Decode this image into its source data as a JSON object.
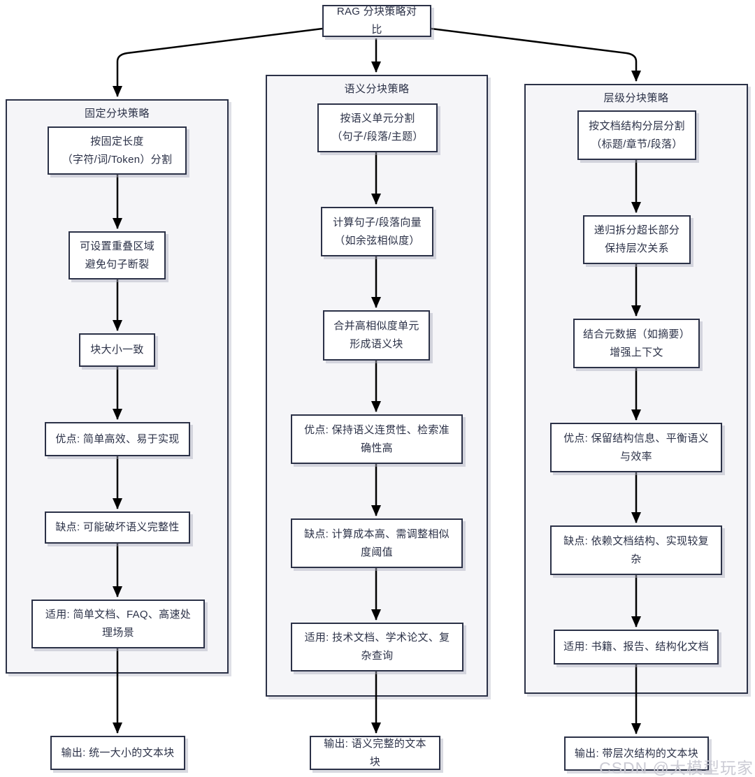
{
  "title": "RAG 分块策略对比",
  "watermark": "CSDN @大模型玩家",
  "colors": {
    "ink": "#2b3147",
    "arrow": "#000000",
    "panel_bg": "#f5f5f8",
    "box_bg": "#ffffff",
    "watermark": "#cbcbd4"
  },
  "columns": [
    {
      "header": "固定分块策略",
      "steps": [
        "按固定长度\n（字符/词/Token）分割",
        "可设置重叠区域\n避免句子断裂",
        "块大小一致",
        "优点: 简单高效、易于实现",
        "缺点: 可能破坏语义完整性",
        "适用: 简单文档、FAQ、高速处理场景"
      ],
      "output": "输出: 统一大小的文本块"
    },
    {
      "header": "语义分块策略",
      "steps": [
        "按语义单元分割\n（句子/段落/主题）",
        "计算句子/段落向量\n（如余弦相似度）",
        "合并高相似度单元\n形成语义块",
        "优点: 保持语义连贯性、检索准确性高",
        "缺点: 计算成本高、需调整相似度阈值",
        "适用: 技术文档、学术论文、复杂查询"
      ],
      "output": "输出: 语义完整的文本块"
    },
    {
      "header": "层级分块策略",
      "steps": [
        "按文档结构分层分割\n（标题/章节/段落）",
        "递归拆分超长部分\n保持层次关系",
        "结合元数据（如摘要）\n增强上下文",
        "优点: 保留结构信息、平衡语义与效率",
        "缺点: 依赖文档结构、实现较复杂",
        "适用: 书籍、报告、结构化文档"
      ],
      "output": "输出: 带层次结构的文本块"
    }
  ]
}
